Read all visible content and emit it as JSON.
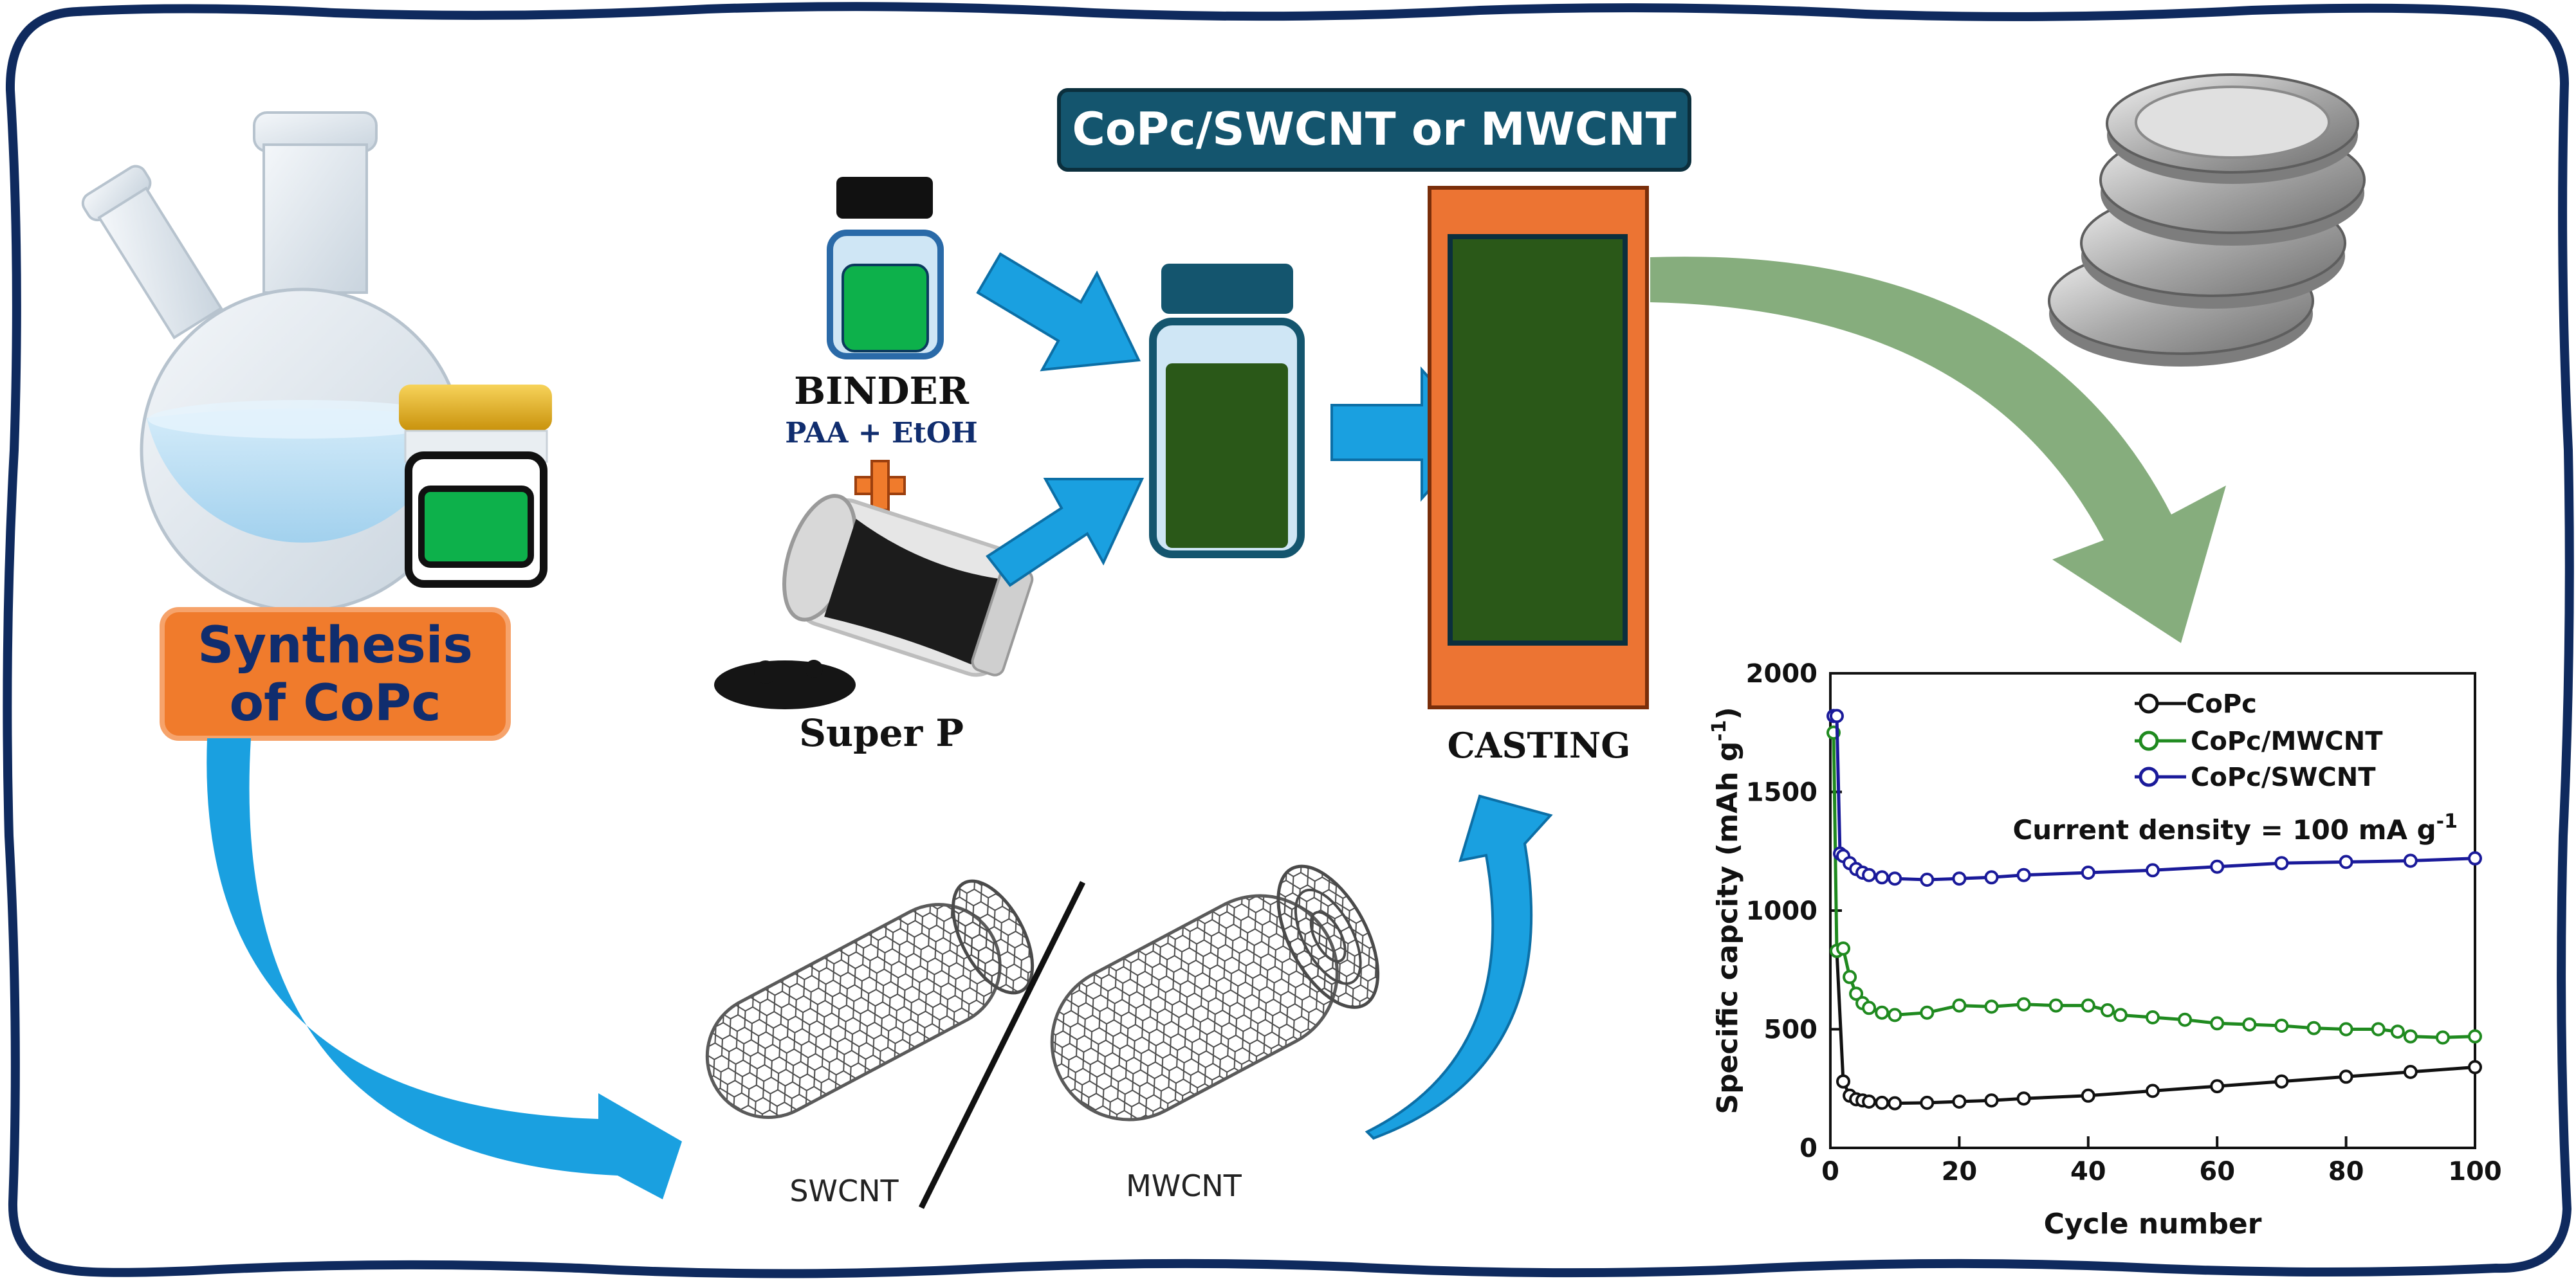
{
  "labels": {
    "synthesis_line1": "Synthesis",
    "synthesis_line2": "of CoPc",
    "binder": "BINDER",
    "binder_sub": "PAA + EtOH",
    "super_p": "Super P",
    "header": "CoPc/SWCNT or MWCNT",
    "casting": "CASTING",
    "swcnt": "SWCNT",
    "mwcnt": "MWCNT"
  },
  "colors": {
    "frame": "#0f2a5e",
    "arrow_blue": "#1aa0e0",
    "arrow_green": "#86ad7d",
    "header_bg": "#14556e",
    "header_text": "#ffffff",
    "synthesis_fill": "#f07b2c",
    "synthesis_text": "#102d6e",
    "bright_green": "#0db14b",
    "dark_green": "#2a5818",
    "casting_orange": "#ec7433",
    "black": "#111111",
    "copc": "#111111",
    "mwcnt": "#1f8a1f",
    "swcnt": "#1a1a9a"
  },
  "icons": {
    "flask": "round-bottom-flask-icon",
    "green_jar": "green-jar-icon",
    "binder_vial": "binder-vial-icon",
    "plus": "plus-icon",
    "powder": "super-p-powder-jar-icon",
    "slurry_vial": "slurry-vial-icon",
    "coin_cells": "coin-cell-stack-icon",
    "swcnt_tube": "swcnt-nanotube-icon",
    "mwcnt_tube": "mwcnt-nanotube-icon"
  },
  "chart_data": {
    "type": "scatter",
    "xlabel": "Cycle number",
    "ylabel": "Specific capcity (mAh g",
    "ylabel_sup": "-1",
    "ylabel_tail": ")",
    "annotation": "Current density = 100 mA g",
    "annotation_sup": "-1",
    "xlim": [
      0,
      100
    ],
    "ylim": [
      0,
      2000
    ],
    "xticks": [
      0,
      20,
      40,
      60,
      80,
      100
    ],
    "yticks": [
      0,
      500,
      1000,
      1500,
      2000
    ],
    "legend_position": "top-right",
    "series": [
      {
        "name": "CoPc",
        "color": "#111111",
        "points": [
          [
            1,
            830
          ],
          [
            2,
            280
          ],
          [
            3,
            220
          ],
          [
            4,
            205
          ],
          [
            5,
            200
          ],
          [
            6,
            195
          ],
          [
            8,
            190
          ],
          [
            10,
            188
          ],
          [
            15,
            190
          ],
          [
            20,
            195
          ],
          [
            25,
            200
          ],
          [
            30,
            208
          ],
          [
            40,
            220
          ],
          [
            50,
            240
          ],
          [
            60,
            260
          ],
          [
            70,
            280
          ],
          [
            80,
            300
          ],
          [
            90,
            320
          ],
          [
            100,
            340
          ]
        ]
      },
      {
        "name": "CoPc/MWCNT",
        "color": "#1f8a1f",
        "points": [
          [
            0.5,
            1750
          ],
          [
            1,
            830
          ],
          [
            2,
            840
          ],
          [
            3,
            720
          ],
          [
            4,
            650
          ],
          [
            5,
            610
          ],
          [
            6,
            590
          ],
          [
            8,
            570
          ],
          [
            10,
            560
          ],
          [
            15,
            570
          ],
          [
            20,
            600
          ],
          [
            25,
            595
          ],
          [
            30,
            605
          ],
          [
            35,
            600
          ],
          [
            40,
            600
          ],
          [
            43,
            580
          ],
          [
            45,
            560
          ],
          [
            50,
            550
          ],
          [
            55,
            540
          ],
          [
            60,
            525
          ],
          [
            65,
            520
          ],
          [
            70,
            515
          ],
          [
            75,
            505
          ],
          [
            80,
            500
          ],
          [
            85,
            500
          ],
          [
            88,
            490
          ],
          [
            90,
            470
          ],
          [
            95,
            465
          ],
          [
            100,
            470
          ]
        ]
      },
      {
        "name": "CoPc/SWCNT",
        "color": "#1a1a9a",
        "points": [
          [
            0.5,
            1820
          ],
          [
            1,
            1820
          ],
          [
            1.5,
            1240
          ],
          [
            2,
            1230
          ],
          [
            3,
            1200
          ],
          [
            4,
            1175
          ],
          [
            5,
            1160
          ],
          [
            6,
            1150
          ],
          [
            8,
            1140
          ],
          [
            10,
            1135
          ],
          [
            15,
            1130
          ],
          [
            20,
            1135
          ],
          [
            25,
            1140
          ],
          [
            30,
            1150
          ],
          [
            40,
            1160
          ],
          [
            50,
            1170
          ],
          [
            60,
            1185
          ],
          [
            70,
            1200
          ],
          [
            80,
            1205
          ],
          [
            90,
            1210
          ],
          [
            100,
            1220
          ]
        ]
      }
    ]
  }
}
